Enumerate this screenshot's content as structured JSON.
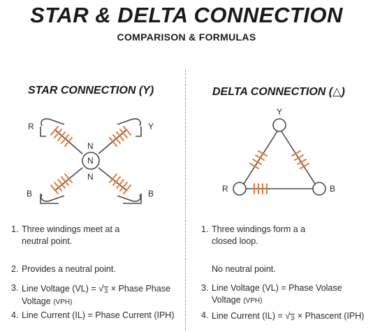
{
  "header": {
    "title": "STAR & DELTA CONNECTION",
    "subtitle": "COMPARISON & FORMULAS"
  },
  "star": {
    "heading": "STAR CONNECTION (Y)",
    "labels": {
      "r": "R",
      "y": "Y",
      "b_left": "B",
      "b_right": "B",
      "n_top": "N",
      "n_center": "N",
      "n_bottom": "N"
    },
    "items": [
      {
        "num": "1.",
        "text": "Three windings meet at a neutral point."
      },
      {
        "num": "2.",
        "text": "Provides a neutral point."
      },
      {
        "num": "3.",
        "pre": "Line Voltage (VL) = ",
        "root": "3",
        "post": " × Phase Phase Voltage ",
        "sub": "(VPH)"
      },
      {
        "num": "4.",
        "text": "Line Current (IL) = Phase Current (IPH)"
      }
    ]
  },
  "delta": {
    "heading": "DELTA CONNECTION (△)",
    "labels": {
      "y": "Y",
      "r": "R",
      "b": "B"
    },
    "items": [
      {
        "num": "1.",
        "text": "Three windings form a a closed loop."
      },
      {
        "num": "",
        "text": "No neutral point."
      },
      {
        "num": "3.",
        "pre": "Line Voltage (VL) = Phase Volase Voltage ",
        "sub": "(VPH)"
      },
      {
        "num": "4.",
        "pre": "Line Current (IL) = ",
        "root": "3",
        "post": " × Phascent (IPH)"
      }
    ]
  },
  "colors": {
    "coil": "#e07b3a",
    "line": "#4a4a4a",
    "text": "#1a1a1a"
  }
}
